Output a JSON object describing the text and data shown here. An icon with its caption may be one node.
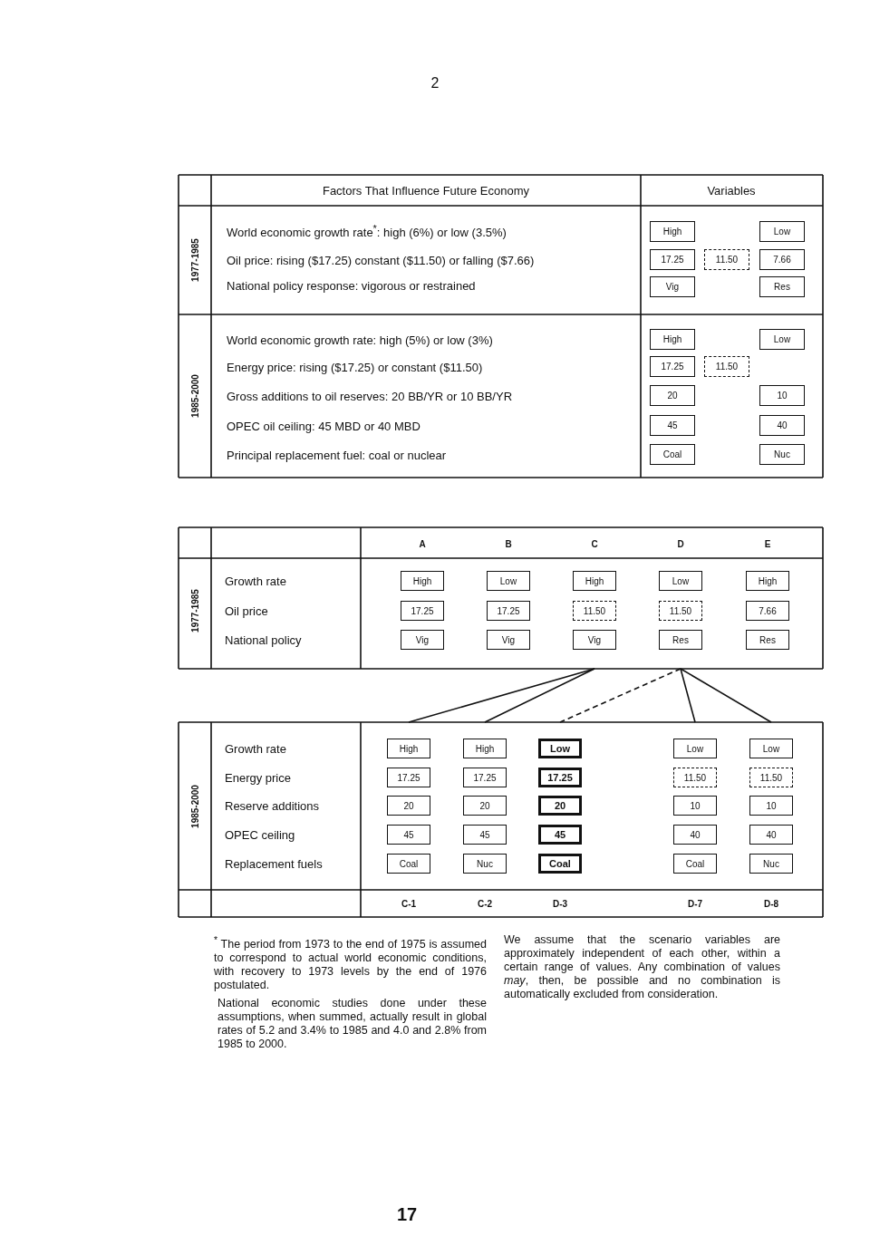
{
  "diagram": {
    "nodes": [
      {
        "text": [
          "High"
        ]
      },
      {
        "text": [
          "Low"
        ]
      },
      {
        "text": [
          "17.25"
        ]
      },
      {
        "text": [
          "11.50"
        ]
      },
      {
        "text": [
          "7.66"
        ]
      },
      {
        "text": [
          "Vig"
        ]
      },
      {
        "text": [
          "Res"
        ]
      },
      {
        "text": [
          "High"
        ]
      },
      {
        "text": [
          "Low"
        ]
      },
      {
        "text": [
          "17.25"
        ]
      },
      {
        "text": [
          "11.50"
        ]
      },
      {
        "text": [
          "20"
        ]
      },
      {
        "text": [
          "10"
        ]
      },
      {
        "text": [
          "45"
        ]
      },
      {
        "text": [
          "40"
        ]
      },
      {
        "text": [
          "Coal"
        ]
      },
      {
        "text": [
          "Nuc"
        ]
      },
      {
        "text": [
          "A"
        ]
      },
      {
        "text": [
          "High"
        ],
        "in": 17
      },
      {
        "text": [
          "17.25"
        ],
        "in": 17
      },
      {
        "text": [
          "Vig"
        ],
        "in": 17
      },
      {
        "text": [
          "B"
        ]
      },
      {
        "text": [
          "Low"
        ],
        "in": 21
      },
      {
        "text": [
          "17.25"
        ],
        "in": 21
      },
      {
        "text": [
          "Vig"
        ],
        "in": 21
      },
      {
        "text": [
          "C"
        ]
      },
      {
        "text": [
          "High"
        ],
        "in": 25
      },
      {
        "text": [
          "11.50"
        ],
        "in": 25
      },
      {
        "text": [
          "Vig"
        ],
        "in": 25
      },
      {
        "text": [
          "D"
        ]
      },
      {
        "text": [
          "Low"
        ],
        "in": 29
      },
      {
        "text": [
          "11.50"
        ],
        "in": 29
      },
      {
        "text": [
          "Res"
        ],
        "in": 29
      },
      {
        "text": [
          "E"
        ]
      },
      {
        "text": [
          "High"
        ],
        "in": 33
      },
      {
        "text": [
          "7.66"
        ],
        "in": 33
      },
      {
        "text": [
          "Res"
        ],
        "in": 33
      },
      {
        "text": [
          "C-1"
        ]
      },
      {
        "text": [
          "High"
        ],
        "in": 37
      },
      {
        "text": [
          "17.25"
        ],
        "in": 37
      },
      {
        "text": [
          "20"
        ],
        "in": 37
      },
      {
        "text": [
          "45"
        ],
        "in": 37
      },
      {
        "text": [
          "Coal"
        ],
        "in": 37
      },
      {
        "text": [
          "C-2"
        ]
      },
      {
        "text": [
          "High"
        ],
        "in": 43
      },
      {
        "text": [
          "17.25"
        ],
        "in": 43
      },
      {
        "text": [
          "20"
        ],
        "in": 43
      },
      {
        "text": [
          "45"
        ],
        "in": 43
      },
      {
        "text": [
          "Nuc"
        ],
        "in": 43
      },
      {
        "text": [
          "D-3"
        ]
      },
      {
        "text": [
          "Low"
        ],
        "in": 49
      },
      {
        "text": [
          "17.25"
        ],
        "in": 49
      },
      {
        "text": [
          "20"
        ],
        "in": 49
      },
      {
        "text": [
          "45"
        ],
        "in": 49
      },
      {
        "text": [
          "Coal"
        ],
        "in": 49
      },
      {
        "text": [
          "D-7"
        ]
      },
      {
        "text": [
          "Low"
        ],
        "in": 55
      },
      {
        "text": [
          "11.50"
        ],
        "in": 55
      },
      {
        "text": [
          "10"
        ],
        "in": 55
      },
      {
        "text": [
          "40"
        ],
        "in": 55
      },
      {
        "text": [
          "Coal"
        ],
        "in": 55
      },
      {
        "text": [
          "D-8"
        ]
      },
      {
        "text": [
          "Low"
        ],
        "in": 61
      },
      {
        "text": [
          "11.50"
        ],
        "in": 61
      },
      {
        "text": [
          "10"
        ],
        "in": 61
      },
      {
        "text": [
          "40"
        ],
        "in": 61
      },
      {
        "text": [
          "Nuc"
        ],
        "in": 61
      }
    ],
    "edges": [
      {
        "from": 25,
        "to": 37,
        "arrow": "none"
      },
      {
        "from": 25,
        "to": 43,
        "arrow": "none"
      },
      {
        "from": 29,
        "to": 49,
        "arrow": "none",
        "style": "dashed"
      },
      {
        "from": 29,
        "to": 55,
        "arrow": "none"
      },
      {
        "from": 29,
        "to": 61,
        "arrow": "none"
      }
    ],
    "labels": [
      "2",
      "Factors That Influence Future Economy",
      "Variables",
      "1977-1985",
      "World economic growth rate$^{*}$: high (6%) or low (3.5%)",
      "Oil price: rising ($17.25) constant ($11.50) or falling ($7.66)",
      "National policy response: vigorous or restrained",
      "1985-2000",
      "World economic growth rate: high (5%) or low (3%)",
      "Energy price: rising ($17.25) or constant ($11.50)",
      "Gross additions to oil reserves: 20 BB/YR or 10 BB/YR",
      "OPEC oil ceiling: 45 MBD or 40 MBD",
      "Principal replacement fuel: coal or nuclear",
      "1977-1985",
      "Growth rate",
      "Oil price",
      "National policy",
      "1985-2000",
      "Growth rate",
      "Energy price",
      "Reserve additions",
      "OPEC ceiling",
      "Replacement fuels",
      "$^{*}$ The period from 1973 to the end of 1975 is assumed to correspond to actual world economic conditions, with recovery to 1973 levels by the end of 1976 postulated.",
      "National economic studies done under these assumptions, when summed, actually result in global rates of 5.2 and 3.4% to 1985 and 4.0 and 2.8% from 1985 to 2000.",
      "We assume that the scenario variables are approximately independent of each other, within a certain range of values. Any combination of values *may*, then, be possible and no combination is automatically excluded from consideration.",
      "17"
    ]
  }
}
